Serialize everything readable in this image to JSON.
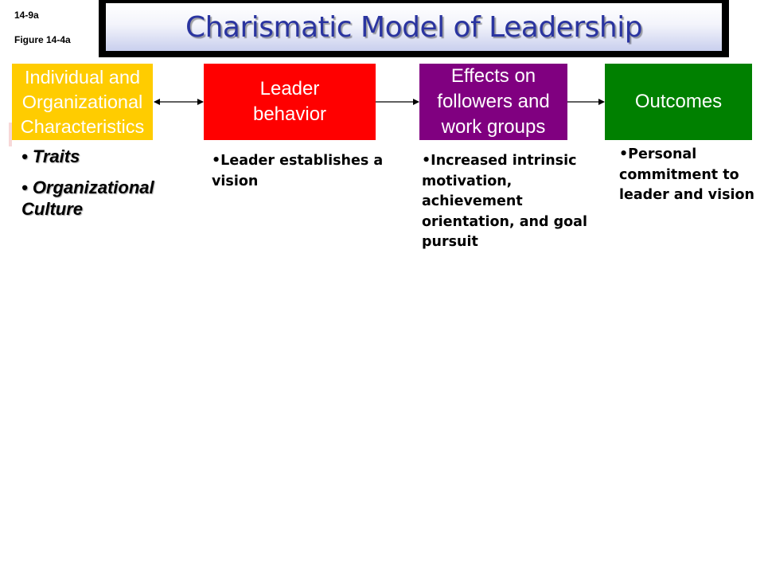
{
  "slide_number": "14-9a",
  "figure_label": "Figure 14-4a",
  "title": "Charismatic Model of Leadership",
  "boxes": {
    "individual": {
      "lines": [
        "Individual and",
        "Organizational",
        "Characteristics"
      ],
      "color": "#ffcc00"
    },
    "leader": {
      "lines": [
        "Leader",
        "behavior"
      ],
      "color": "#ff0000"
    },
    "effects": {
      "lines": [
        "Effects on",
        "followers and",
        "work groups"
      ],
      "color": "#800080"
    },
    "outcomes": {
      "lines": [
        "Outcomes"
      ],
      "color": "#008000"
    }
  },
  "characteristics": [
    "• Traits",
    "• Organizational Culture"
  ],
  "leader_behavior_detail": "•Leader establishes a vision",
  "effects_detail": "•Increased intrinsic motivation, achievement orientation, and goal pursuit",
  "outcomes_detail": "•Personal commitment to leader and vision",
  "colors": {
    "title_text": "#2a34a0"
  }
}
